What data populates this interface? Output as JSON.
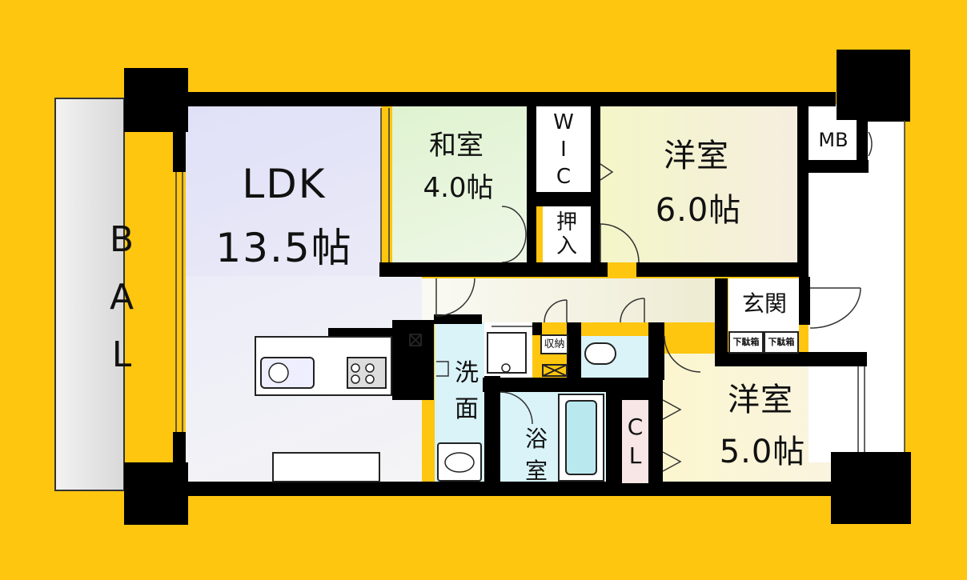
{
  "rooms": {
    "ldk": {
      "name": "LDK",
      "size": "13.5帖"
    },
    "washitsu": {
      "name": "和室",
      "size": "4.0帖"
    },
    "wic": {
      "chars": [
        "W",
        "I",
        "C"
      ]
    },
    "oshiire": {
      "chars": [
        "押",
        "入"
      ]
    },
    "yoshitsu_north": {
      "name": "洋室",
      "size": "6.0帖"
    },
    "mb": {
      "name": "MB"
    },
    "genkan": {
      "name": "玄関"
    },
    "getabako_1": {
      "name": "下駄箱"
    },
    "getabako_2": {
      "name": "下駄箱"
    },
    "shuno": {
      "name": "収納"
    },
    "senmen": {
      "chars": [
        "洗",
        "面"
      ]
    },
    "yokushitsu": {
      "chars": [
        "浴",
        "室"
      ]
    },
    "cl": {
      "chars": [
        "C",
        "L"
      ]
    },
    "yoshitsu_south": {
      "name": "洋室",
      "size": "5.0帖"
    },
    "balcony": {
      "chars": [
        "B",
        "A",
        "L"
      ]
    }
  },
  "colors": {
    "background": "#FFC60F",
    "wall": "#000000",
    "ldk": "#E6E6F7",
    "washitsu": "#E5F5D6",
    "yoshitsu_north": "#F5F6D2",
    "yoshitsu_south": "#FBF8D5",
    "wet_area": "#D9F3F8",
    "balcony": "#E6E6E6",
    "cl": "#F8E6E6"
  }
}
